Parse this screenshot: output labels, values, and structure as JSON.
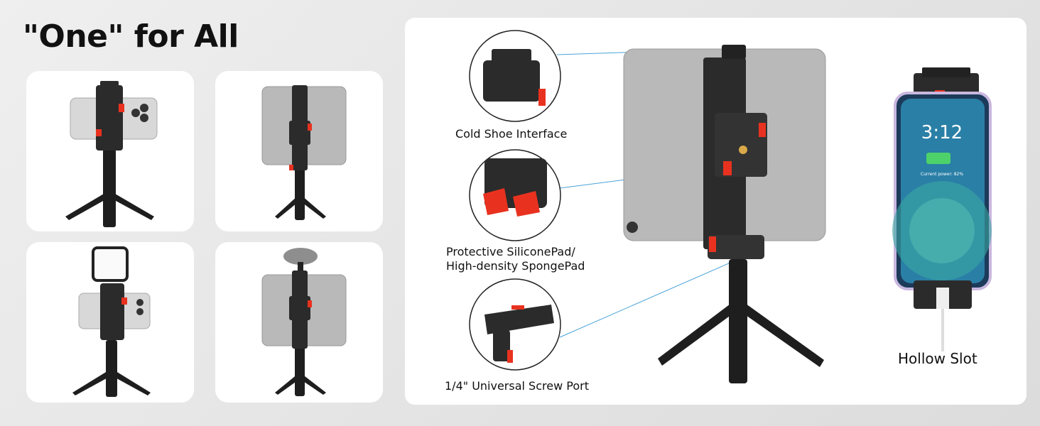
{
  "headline": "\"One\" for All",
  "scenarios": [
    {
      "id": "phone-on-tripod",
      "icon": "phone-tripod-icon"
    },
    {
      "id": "tablet-on-tripod",
      "icon": "tablet-tripod-icon"
    },
    {
      "id": "phone-with-light",
      "icon": "phone-light-tripod-icon"
    },
    {
      "id": "tablet-with-microphone",
      "icon": "tablet-mic-tripod-icon"
    }
  ],
  "features": {
    "cold_shoe": "Cold Shoe Interface",
    "pad_line1": "Protective SiliconePad/",
    "pad_line2": "High-density SpongePad",
    "screw_port": "1/4\" Universal Screw Port",
    "hollow_slot": "Hollow Slot"
  },
  "phone_screen": {
    "time": "3:12",
    "power_text": "Current power: 82%"
  },
  "colors": {
    "accent": "#e8321f",
    "mount": "#2b2b2b",
    "line": "#4aa3d8",
    "tablet": "#b9b9b9"
  }
}
